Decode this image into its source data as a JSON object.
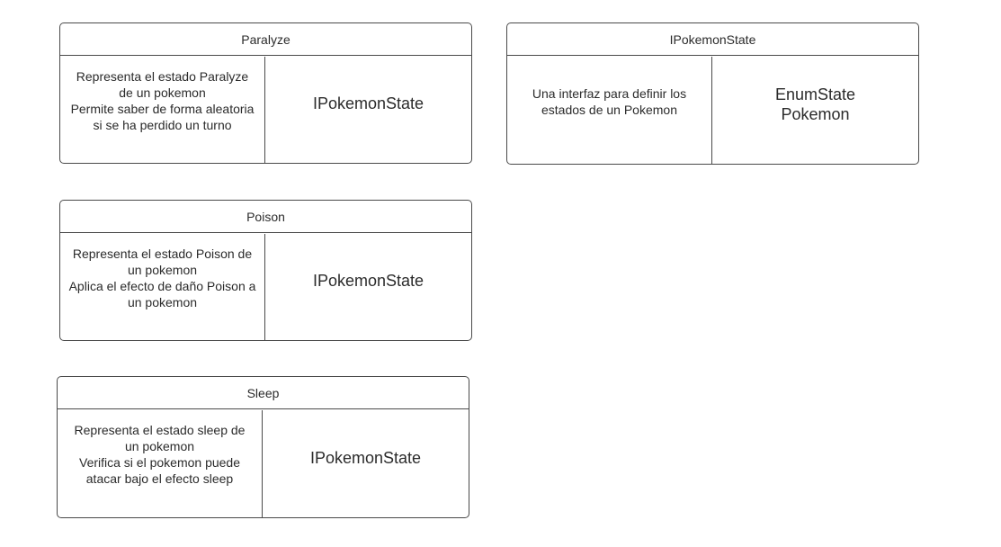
{
  "cards": [
    {
      "title": "Paralyze",
      "description": "Representa el estado Paralyze\nde un pokemon\nPermite saber de forma aleatoria\nsi se ha perdido un turno",
      "attribute": "IPokemonState"
    },
    {
      "title": "IPokemonState",
      "description": "Una interfaz para definir los\nestados de un Pokemon",
      "attribute": "EnumState\nPokemon"
    },
    {
      "title": "Poison",
      "description": "Representa el estado Poison de\nun pokemon\nAplica el efecto de daño Poison a\nun pokemon",
      "attribute": "IPokemonState"
    },
    {
      "title": "Sleep",
      "description": "Representa el estado sleep de\nun pokemon\nVerifica si el pokemon puede\natacar bajo el efecto sleep",
      "attribute": "IPokemonState"
    }
  ]
}
